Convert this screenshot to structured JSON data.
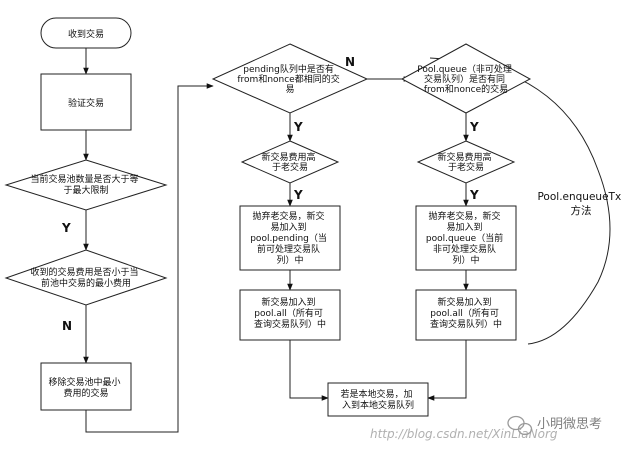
{
  "flowchart": {
    "start": [
      "收到交易"
    ],
    "validate": [
      "验证交易"
    ],
    "check_full": [
      "当前交易池数量是否大于等",
      "于最大限制"
    ],
    "check_fee_min": [
      "收到的交易费用是否小于当",
      "前池中交易的最小费用"
    ],
    "remove_min": [
      "移除交易池中最小",
      "费用的交易"
    ],
    "pending_dup": [
      "pending队列中是否有",
      "from和nonce都相同的交",
      "易"
    ],
    "pending_fee": [
      "新交易费用高",
      "于老交易"
    ],
    "pending_replace": [
      "抛弃老交易，新交",
      "易加入到",
      "pool.pending（当",
      "前可处理交易队",
      "列）中"
    ],
    "pending_all": [
      "新交易加入到",
      "pool.all（所有可",
      "查询交易队列）中"
    ],
    "queue_dup": [
      "Pool.queue（非可处理",
      "交易队列）是否有同",
      "from和nonce的交易"
    ],
    "queue_fee": [
      "新交易费用高",
      "于老交易"
    ],
    "queue_replace": [
      "抛弃老交易，新交",
      "易加入到",
      "pool.queue（当前",
      "非可处理交易队",
      "列）中"
    ],
    "queue_all": [
      "新交易加入到",
      "pool.all（所有可",
      "查询交易队列）中"
    ],
    "local": [
      "若是本地交易，加",
      "入到本地交易队列"
    ],
    "brace_label": [
      "Pool.enqueueTx",
      "方法"
    ]
  },
  "edge_labels": {
    "y_full": "Y",
    "n_fee": "N",
    "n_pending": "N",
    "y_pending_dup": "Y",
    "y_pending_fee": "Y",
    "y_queue_dup": "Y",
    "y_queue_fee": "Y"
  },
  "watermark": {
    "url": "http://blog.csdn.net/XinLiaNorg",
    "logo": "小明微思考"
  }
}
